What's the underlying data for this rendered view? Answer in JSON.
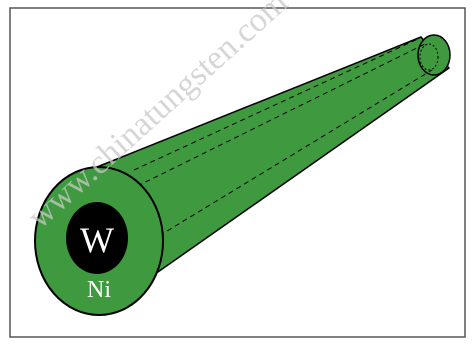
{
  "diagram": {
    "core_label": "W",
    "shell_label": "Ni",
    "colors": {
      "shell_fill": "#3f9a3f",
      "core_fill": "#000000",
      "outline": "#000000",
      "frame": "#555555",
      "background": "#ffffff",
      "core_text": "#ffffff",
      "shell_text": "#ffffff",
      "watermark": "#c8c8c8"
    }
  },
  "watermark": {
    "text": "www.chinatungsten.com"
  }
}
